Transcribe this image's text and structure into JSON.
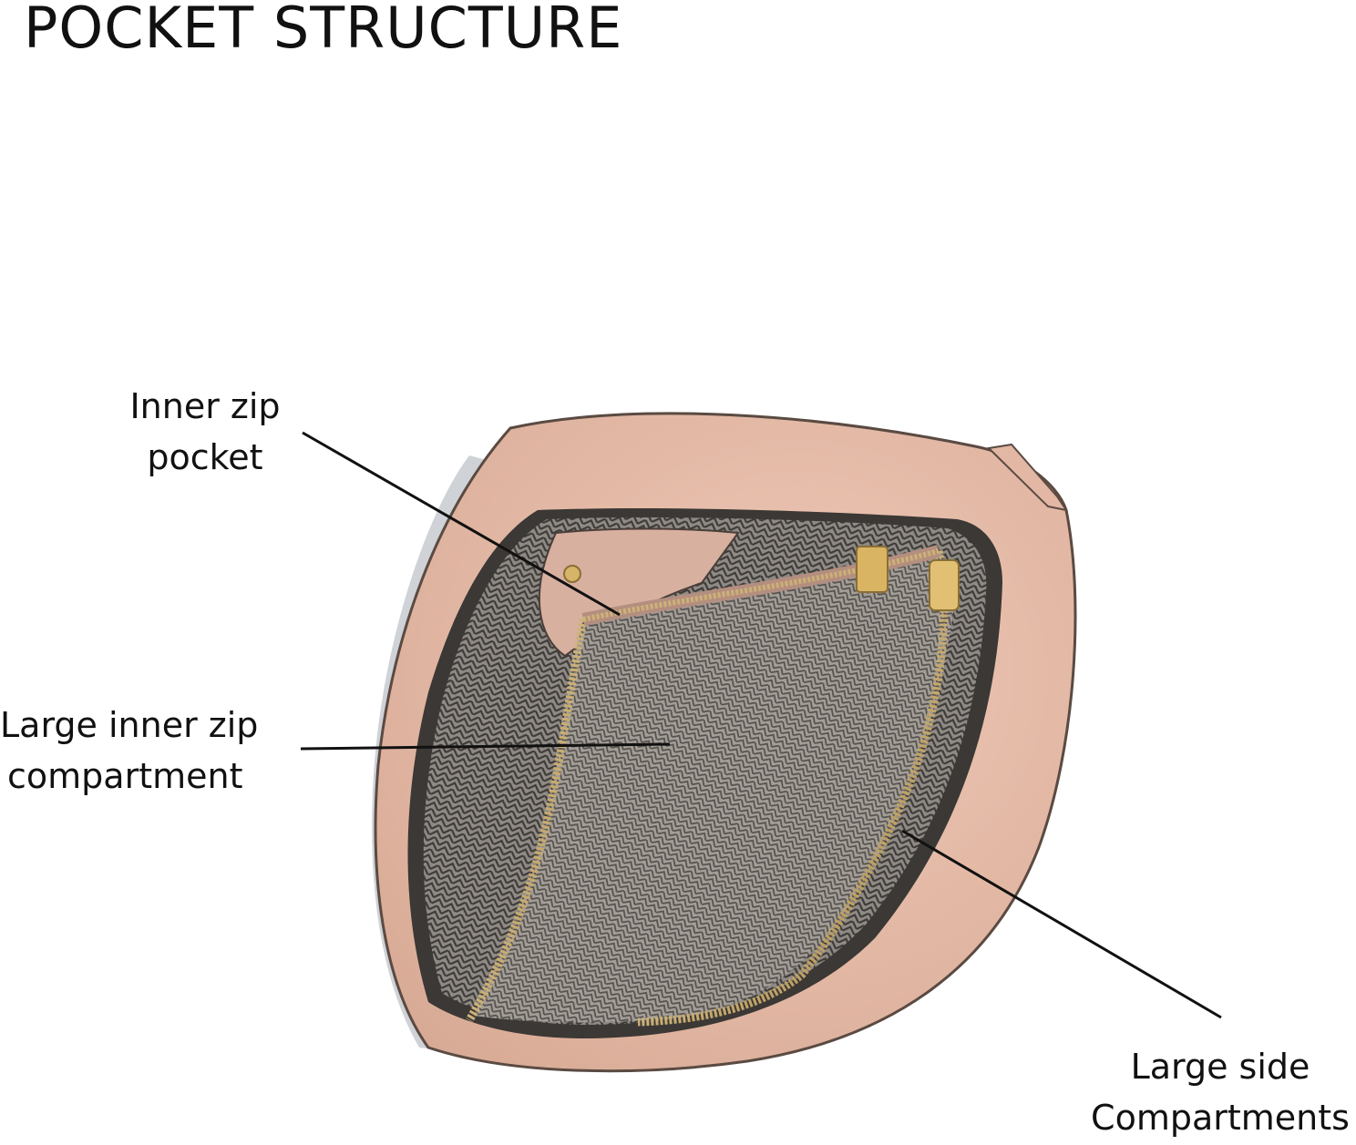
{
  "title": "POCKET STRUCTURE",
  "callouts": {
    "inner_zip_pocket": {
      "line1": "Inner zip",
      "line2": "pocket"
    },
    "large_inner_zip": {
      "line1": "Large inner zip",
      "line2": "compartment"
    },
    "large_side": {
      "line1": "Large side",
      "line2": "Compartments"
    }
  },
  "colors": {
    "leather": "#e6bba8",
    "leather_shadow": "#c99b89",
    "lining_dark": "#4d4a47",
    "lining_light": "#8d8883",
    "zipper": "#c9a968",
    "gray_trim": "#cfd2d6",
    "leader_line": "#111111"
  }
}
